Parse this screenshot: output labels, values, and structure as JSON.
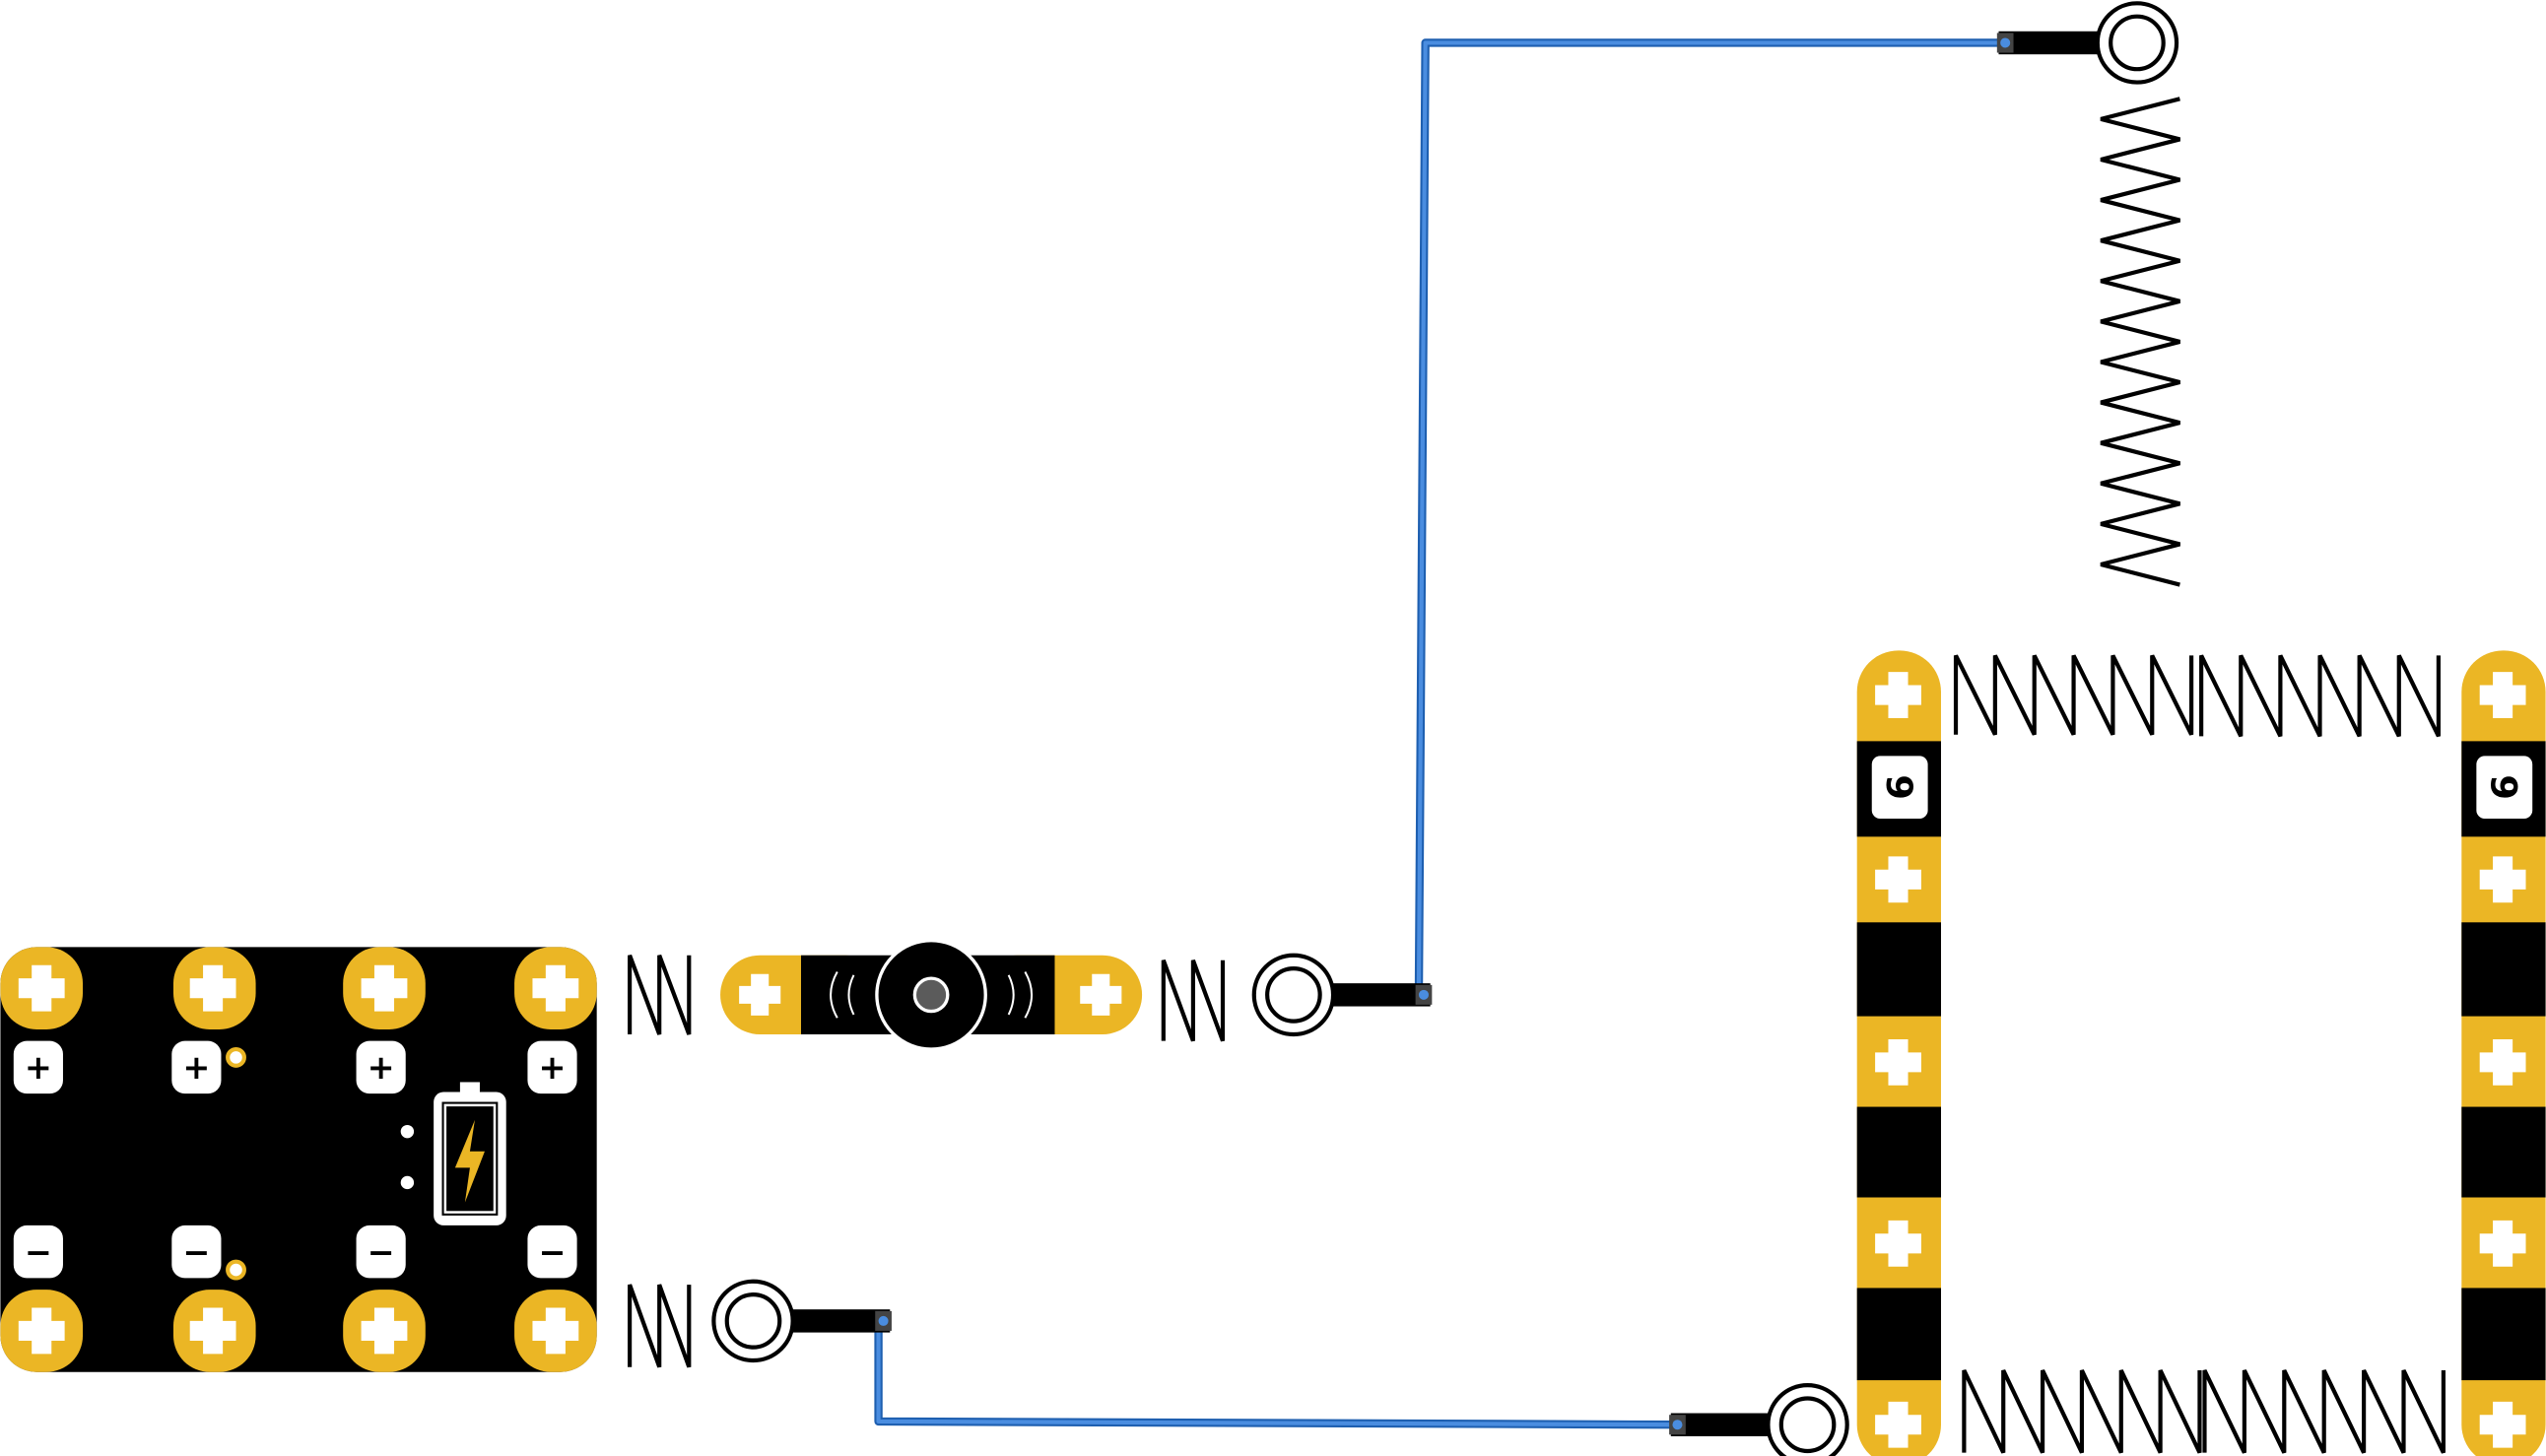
{
  "colors": {
    "gold": "#ebb625",
    "black": "#000000",
    "wire": "#3b7fd4",
    "wire_edge": "#1e5fb0",
    "pad": "#ffffff",
    "hub_center": "#5b5b5b"
  },
  "board": {
    "plus_label": "+",
    "minus_label": "−",
    "icon": "battery-charging-icon"
  },
  "strips": {
    "left_label": "9",
    "right_label": "9"
  },
  "wires": [
    {
      "name": "wire-top"
    },
    {
      "name": "wire-bottom"
    }
  ]
}
